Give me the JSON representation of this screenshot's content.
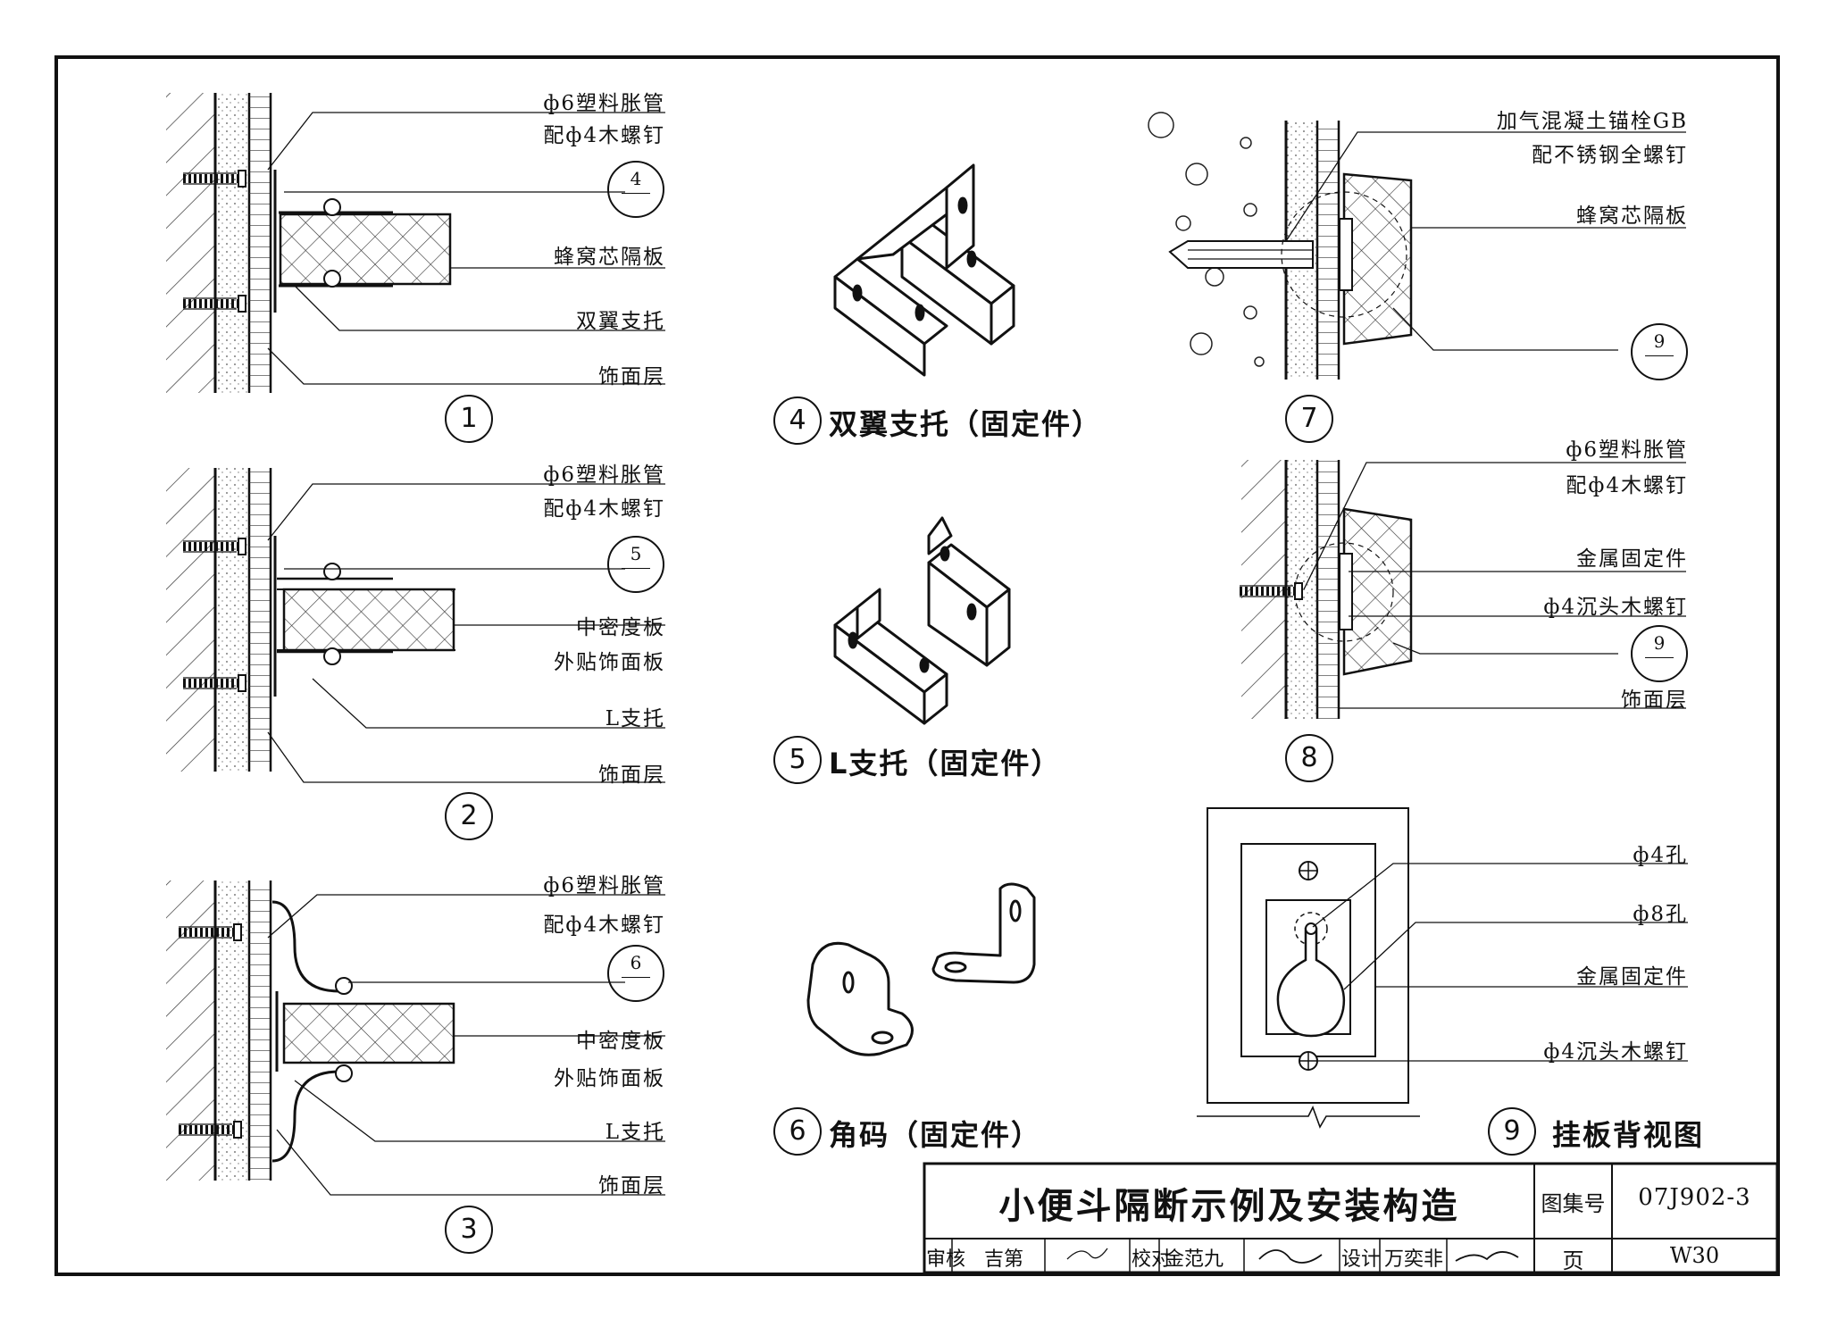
{
  "drawing": {
    "title": "小便斗隔断示例及安装构造",
    "atlas_no_label": "图集号",
    "atlas_no": "07J902-3",
    "page_label": "页",
    "page_no": "W30",
    "review_label": "审核",
    "reviewer": "吉第",
    "check_label": "校对",
    "checker": "金范九",
    "design_label": "设计",
    "designer": "万奕非"
  },
  "details": {
    "d1": {
      "num": "1",
      "labels": [
        "ф6塑料胀管",
        "配ф4木螺钉",
        "蜂窝芯隔板",
        "双翼支托",
        "饰面层"
      ],
      "ref_top": "4",
      "ref_bottom": "—"
    },
    "d2": {
      "num": "2",
      "labels": [
        "ф6塑料胀管",
        "配ф4木螺钉",
        "中密度板",
        "外贴饰面板",
        "L支托",
        "饰面层"
      ],
      "ref_top": "5",
      "ref_bottom": "—"
    },
    "d3": {
      "num": "3",
      "labels": [
        "ф6塑料胀管",
        "配ф4木螺钉",
        "中密度板",
        "外贴饰面板",
        "L支托",
        "饰面层"
      ],
      "ref_top": "6",
      "ref_bottom": "—"
    },
    "d4": {
      "num": "4",
      "caption": "双翼支托（固定件）"
    },
    "d5": {
      "num": "5",
      "caption": "L支托（固定件）"
    },
    "d6": {
      "num": "6",
      "caption": "角码（固定件）"
    },
    "d7": {
      "num": "7",
      "labels": [
        "加气混凝土锚栓GB",
        "配不锈钢全螺钉",
        "蜂窝芯隔板"
      ],
      "ref_top": "9",
      "ref_bottom": "—"
    },
    "d8": {
      "num": "8",
      "labels": [
        "ф6塑料胀管",
        "配ф4木螺钉",
        "金属固定件",
        "ф4沉头木螺钉",
        "饰面层"
      ],
      "ref_top": "9",
      "ref_bottom": "—"
    },
    "d9": {
      "num": "9",
      "caption": "挂板背视图",
      "labels": [
        "ф4孔",
        "ф8孔",
        "金属固定件",
        "ф4沉头木螺钉"
      ]
    }
  }
}
